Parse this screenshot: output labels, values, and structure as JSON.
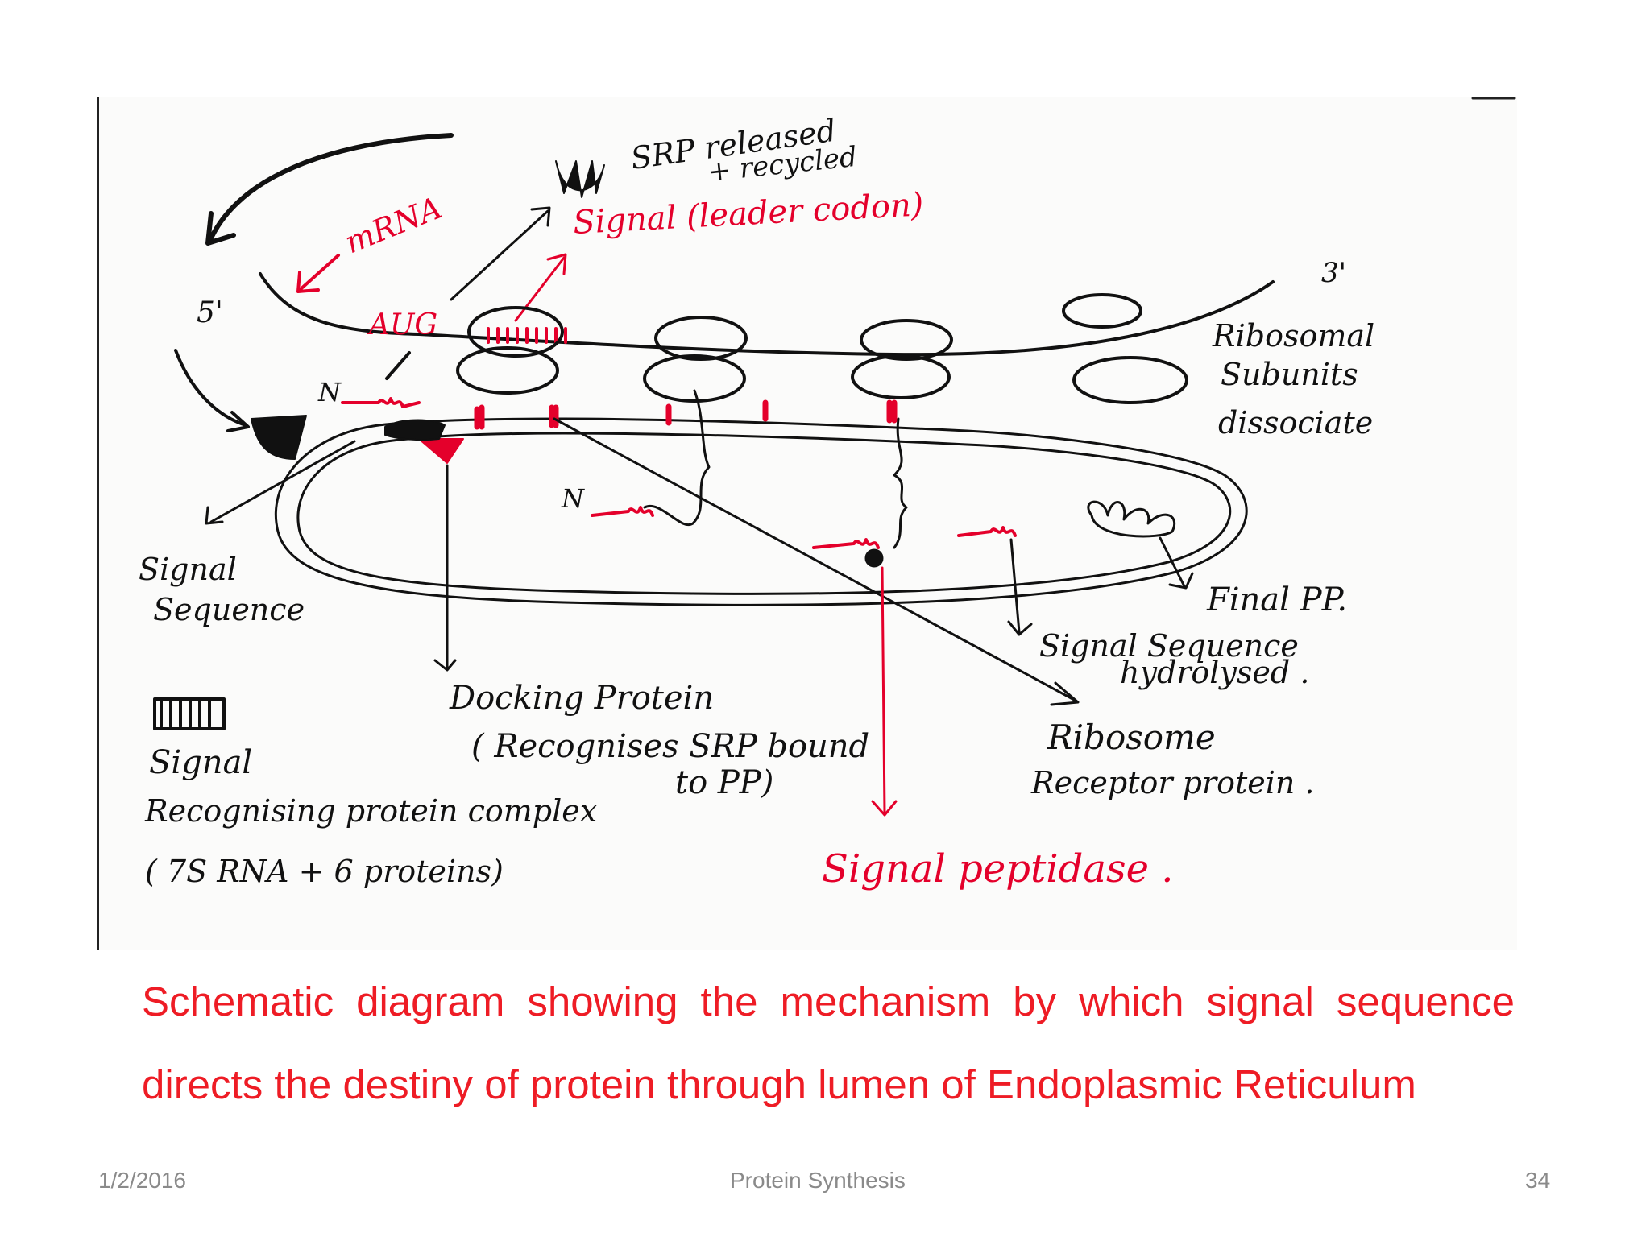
{
  "diagram": {
    "labels": {
      "srp_released": "SRP released",
      "recycled": "+ recycled",
      "mrna": "mRNA",
      "signal_leader_codon": "Signal (leader codon)",
      "five_prime": "5'",
      "three_prime": "3'",
      "aug": "AUG",
      "n_terminal_1": "N",
      "n_terminal_2": "N",
      "ribosomal_subunits_1": "Ribosomal",
      "ribosomal_subunits_2": "Subunits",
      "ribosomal_subunits_3": "dissociate",
      "signal_sequence_1": "Signal",
      "signal_sequence_2": "Sequence",
      "final_pp": "Final PP.",
      "signal_seq_hydrolysed_1": "Signal Sequence",
      "signal_seq_hydrolysed_2": "hydrolysed .",
      "docking_protein_1": "Docking Protein",
      "docking_protein_2": "( Recognises SRP bound",
      "docking_protein_3": "to PP)",
      "ribosome_receptor_1": "Ribosome",
      "ribosome_receptor_2": "Receptor protein .",
      "srp_complex_1": "Signal",
      "srp_complex_2": "Recognising protein complex",
      "srp_complex_3": "( 7S RNA + 6 proteins)",
      "signal_peptidase": "Signal peptidase ."
    }
  },
  "caption": "Schematic diagram showing the mechanism by which signal sequence directs the destiny of protein through lumen of Endoplasmic Reticulum",
  "footer": {
    "date": "1/2/2016",
    "title": "Protein Synthesis",
    "page": "34"
  },
  "colors": {
    "ink_black": "#111111",
    "ink_red": "#e4002b",
    "caption_red": "#ee1c25",
    "footer_gray": "#8a8a8a"
  }
}
